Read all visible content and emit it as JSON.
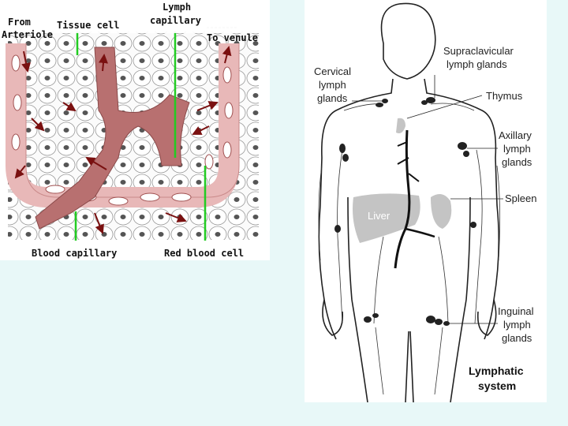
{
  "tissue": {
    "labels": {
      "from_arteriole_1": "From",
      "from_arteriole_2": "Arteriole",
      "tissue_cell": "Tissue cell",
      "lymph_capillary_1": "Lymph",
      "lymph_capillary_2": "capillary",
      "to_venule": "To venule",
      "blood_capillary": "Blood capillary",
      "red_blood_cell": "Red blood cell"
    },
    "colors": {
      "lymph": "#b87070",
      "vessel": "#e8b8b8",
      "arrow": "#7a1010",
      "pointer": "#22cc22"
    }
  },
  "body": {
    "labels": {
      "supraclavicular_1": "Supraclavicular",
      "supraclavicular_2": "lymph glands",
      "cervical_1": "Cervical",
      "cervical_2": "lymph",
      "cervical_3": "glands",
      "thymus": "Thymus",
      "axillary_1": "Axillary",
      "axillary_2": "lymph",
      "axillary_3": "glands",
      "spleen": "Spleen",
      "liver": "Liver",
      "inguinal_1": "Inguinal",
      "inguinal_2": "lymph",
      "inguinal_3": "glands",
      "title_1": "Lymphatic",
      "title_2": "system"
    }
  }
}
